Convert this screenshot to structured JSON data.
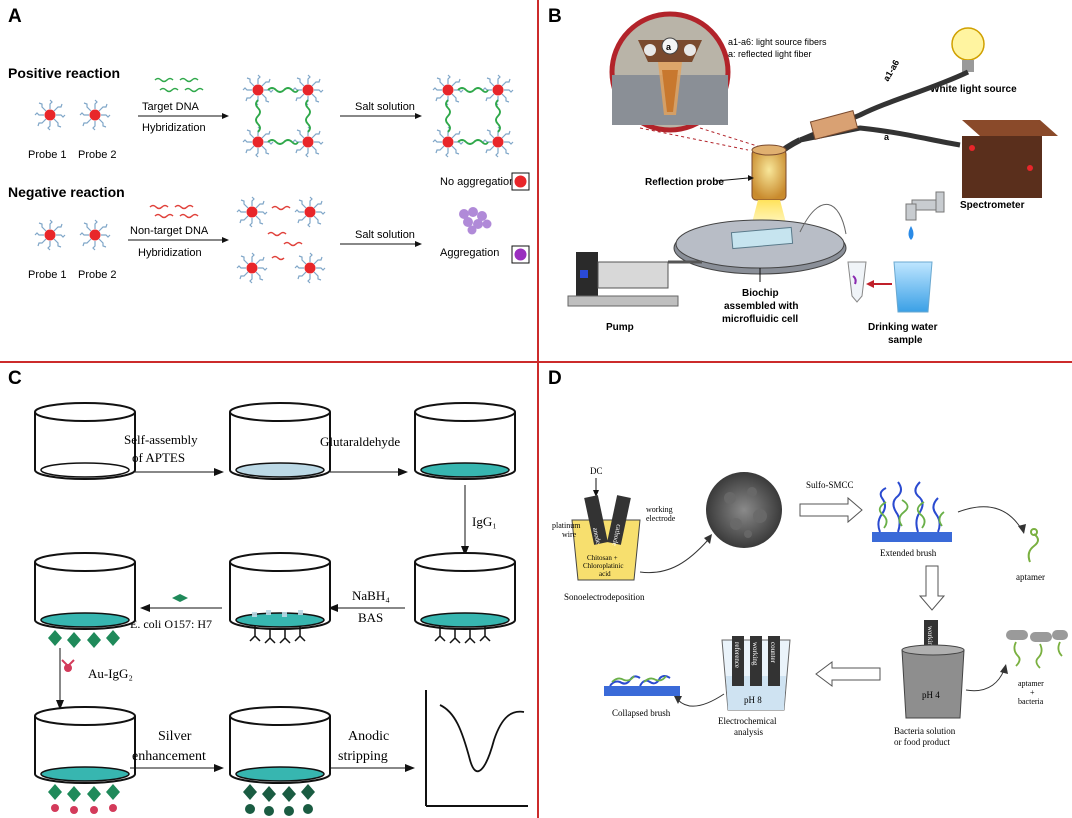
{
  "panels": {
    "a": {
      "letter": "A",
      "positive_title": "Positive reaction",
      "negative_title": "Negative reaction",
      "probe1": "Probe 1",
      "probe2": "Probe 2",
      "target_dna": "Target DNA",
      "non_target_dna": "Non-target DNA",
      "hybridization": "Hybridization",
      "salt_solution": "Salt solution",
      "no_aggregation": "No aggregation",
      "aggregation": "Aggregation"
    },
    "b": {
      "letter": "B",
      "fiber_legend_1": "a1-a6: light source fibers",
      "fiber_legend_2": "a: reflected light fiber",
      "inset_label": "a",
      "fiber_a16": "a1-a6",
      "fiber_a": "a",
      "white_light": "White light source",
      "spectrometer": "Spectrometer",
      "reflection_probe": "Reflection probe",
      "pump": "Pump",
      "biochip_1": "Biochip",
      "biochip_2": "assembled with",
      "biochip_3": "microfluidic cell",
      "water_1": "Drinking water",
      "water_2": "sample"
    },
    "c": {
      "letter": "C",
      "self_assembly_1": "Self-assembly",
      "self_assembly_2": "of APTES",
      "glutaraldehyde": "Glutaraldehyde",
      "igg1": "IgG₁",
      "nabh4": "NaBH₄",
      "bas": "BAS",
      "ecoli": "E. coli O157: H7",
      "au_igg2": "Au-IgG₂",
      "silver_1": "Silver",
      "silver_2": "enhancement",
      "anodic_1": "Anodic",
      "anodic_2": "stripping"
    },
    "d": {
      "letter": "D",
      "dc": "DC",
      "platinum_1": "platinum",
      "platinum_2": "wire",
      "working_1": "working",
      "working_2": "electrode",
      "anode": "anode",
      "cathode": "cathode",
      "chitosan_1": "Chitosan +",
      "chitosan_2": "Chloroplatinic",
      "chitosan_3": "acid",
      "sono": "Sonoelectrodeposition",
      "sulfo": "Sulfo-SMCC",
      "extended": "Extended brush",
      "aptamer": "aptamer",
      "working": "working",
      "ph4": "pH 4",
      "bacteria_1": "Bacteria solution",
      "bacteria_2": "or food product",
      "aptamer_bact_1": "aptamer",
      "aptamer_bact_2": "+",
      "aptamer_bact_3": "bacteria",
      "reference": "reference",
      "counter": "counter",
      "ph8": "pH 8",
      "electro_1": "Electrochemical",
      "electro_2": "analysis",
      "collapsed": "Collapsed brush"
    }
  },
  "colors": {
    "divider": "#cc2b2b",
    "np_red": "#e8262a",
    "ligand_blue": "#7fa6c8",
    "target_green": "#2fa84a",
    "nontarget_red": "#e0403a",
    "aggregate_purple": "#b08ad8",
    "teal_film": "#37b6b0",
    "light_film": "#bcd9e6",
    "diamond_green": "#1f8a5a",
    "au_red": "#d33a5a",
    "dark_green": "#1a5c42"
  }
}
